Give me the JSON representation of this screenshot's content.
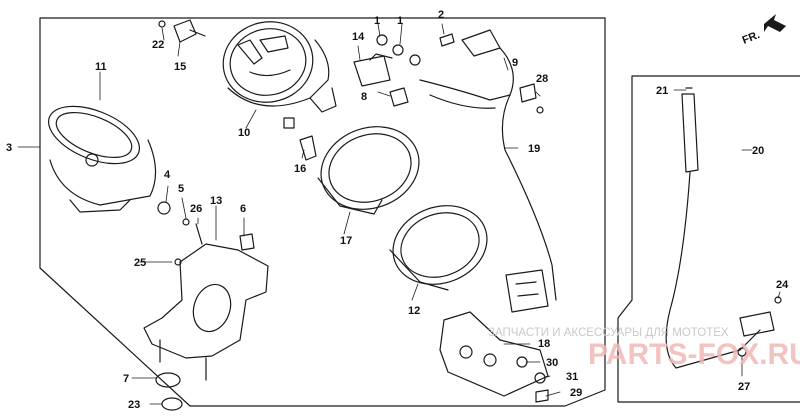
{
  "direction_label": "FR.",
  "watermark": {
    "line": "ЗАПЧАСТИ И АКСЕССУАРЫ ДЛЯ МОТОТЕХ",
    "brand": "PARTS-FOX.RU"
  },
  "colors": {
    "line": "#1a1a1a",
    "watermark_text": "#c9c9c9",
    "watermark_brand": "#f0b9b6"
  },
  "parts": [
    {
      "n": "1"
    },
    {
      "n": "1"
    },
    {
      "n": "2"
    },
    {
      "n": "3"
    },
    {
      "n": "4"
    },
    {
      "n": "5"
    },
    {
      "n": "6"
    },
    {
      "n": "7"
    },
    {
      "n": "8"
    },
    {
      "n": "9"
    },
    {
      "n": "10"
    },
    {
      "n": "11"
    },
    {
      "n": "12"
    },
    {
      "n": "13"
    },
    {
      "n": "14"
    },
    {
      "n": "15"
    },
    {
      "n": "16"
    },
    {
      "n": "17"
    },
    {
      "n": "18"
    },
    {
      "n": "19"
    },
    {
      "n": "20"
    },
    {
      "n": "21"
    },
    {
      "n": "22"
    },
    {
      "n": "23"
    },
    {
      "n": "24"
    },
    {
      "n": "25"
    },
    {
      "n": "26"
    },
    {
      "n": "27"
    },
    {
      "n": "28"
    },
    {
      "n": "29"
    },
    {
      "n": "30"
    },
    {
      "n": "31"
    }
  ]
}
